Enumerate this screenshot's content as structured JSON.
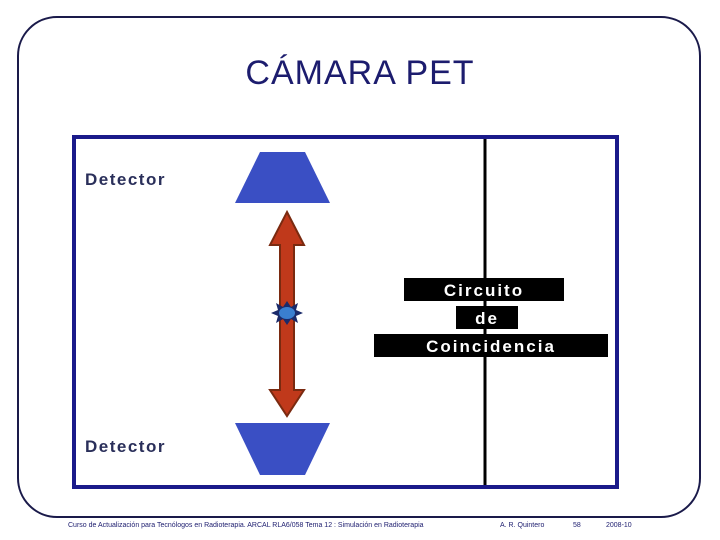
{
  "slide": {
    "title": "CÁMARA PET"
  },
  "figure": {
    "detector_top_label": "Detector",
    "detector_bottom_label": "Detector",
    "circuit_line1": "Circuito",
    "circuit_line2": "de",
    "circuit_line3": "Coincidencia",
    "colors": {
      "frame_border": "#1a1a8a",
      "detector": "#3a4fc4",
      "arrow": "#c0391b",
      "arrow_outline": "#7a2a10",
      "label_bg": "#000000",
      "label_text": "#ffffff"
    }
  },
  "footer": {
    "course": "Curso de Actualización para Tecnólogos en Radioterapia.  ARCAL RLA6/058   Tema 12 : Simulación en Radioterapia",
    "author": "A. R. Quintero",
    "page": "58",
    "date": "2008-10"
  }
}
